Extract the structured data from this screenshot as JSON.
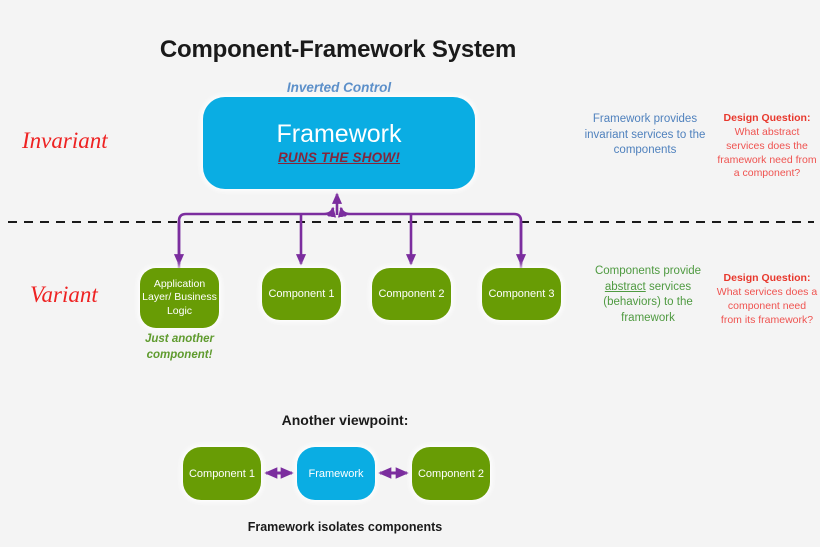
{
  "page": {
    "title": "Component-Framework System",
    "background_color": "#f4f4f4"
  },
  "colors": {
    "framework_blue": "#0aade3",
    "component_green": "#689c05",
    "arrow_purple": "#7b2d9e",
    "invariant_red": "#ee2222",
    "blue_note": "#4f81bd",
    "green_note": "#4f9a41",
    "design_question_red": "#e8382d",
    "runs_the_show_maroon": "#84263b",
    "inverted_control_blue": "#5b8fc9",
    "divider_black": "#1a1a1a"
  },
  "top_section": {
    "inverted_control_label": "Inverted Control",
    "framework_box": {
      "title": "Framework",
      "subtitle": "RUNS THE SHOW!"
    },
    "side_label": "Invariant",
    "note": "Framework provides invariant services to the components",
    "design_question": {
      "heading": "Design Question",
      "heading_suffix": ":",
      "body": "What abstract services does the framework need from a component?"
    }
  },
  "bottom_section": {
    "side_label": "Variant",
    "components": [
      {
        "label": "Application Layer/ Business Logic",
        "caption": "Just another component!"
      },
      {
        "label": "Component 1",
        "caption": ""
      },
      {
        "label": "Component 2",
        "caption": ""
      },
      {
        "label": "Component 3",
        "caption": ""
      }
    ],
    "note_part_1": "Components provide ",
    "note_underlined": "abstract",
    "note_part_2": " services (behaviors) to the framework",
    "design_question": {
      "heading": "Design Question",
      "heading_suffix": ":",
      "body": "What services does a component need from its framework?"
    }
  },
  "viewpoint_section": {
    "heading": "Another viewpoint:",
    "nodes": [
      {
        "label": "Component 1",
        "kind": "component"
      },
      {
        "label": "Framework",
        "kind": "framework"
      },
      {
        "label": "Component 2",
        "kind": "component"
      }
    ],
    "caption": "Framework isolates components"
  },
  "icons": {
    "divider": "dashed-horizontal-divider",
    "up_arrow": "arrow-up-icon",
    "down_arrow": "arrow-down-icon",
    "double_arrow": "double-headed-arrow-icon"
  }
}
